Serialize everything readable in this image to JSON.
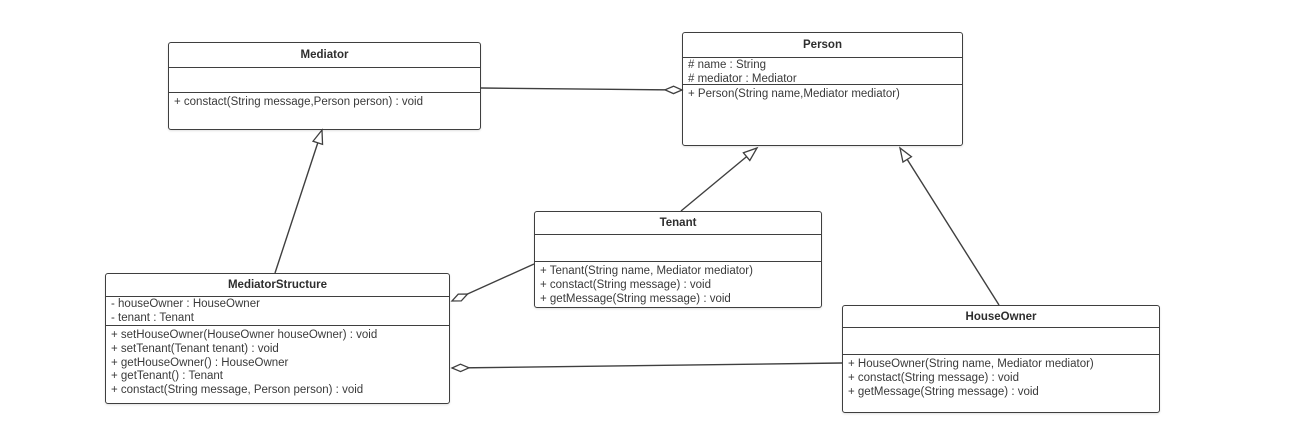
{
  "diagram": {
    "kind": "uml-class-diagram",
    "background_color": "#ffffff",
    "line_color": "#3f3f3f",
    "box_fill_color": "#ffffff",
    "text_color": "#3a3a3a"
  },
  "classes": [
    {
      "name": "Mediator",
      "attributes": [],
      "operations": [
        "+ constact(String message,Person person) : void"
      ]
    },
    {
      "name": "Person",
      "attributes": [
        "# name : String",
        "# mediator : Mediator"
      ],
      "operations": [
        "+ Person(String name,Mediator mediator)"
      ]
    },
    {
      "name": "Tenant",
      "attributes": [],
      "operations": [
        "+ Tenant(String name, Mediator mediator)",
        "+ constact(String message) : void",
        "+ getMessage(String message) : void"
      ]
    },
    {
      "name": "MediatorStructure",
      "attributes": [
        "- houseOwner : HouseOwner",
        "- tenant : Tenant"
      ],
      "operations": [
        "+ setHouseOwner(HouseOwner houseOwner) : void",
        "+ setTenant(Tenant tenant) : void",
        "+ getHouseOwner() : HouseOwner",
        "+ getTenant() : Tenant",
        "+ constact(String message, Person person) : void"
      ]
    },
    {
      "name": "HouseOwner",
      "attributes": [],
      "operations": [
        "+ HouseOwner(String name, Mediator mediator)",
        "+ constact(String message) : void",
        "+ getMessage(String message) : void"
      ]
    }
  ],
  "relationships": [
    {
      "from": "Mediator",
      "to": "Person",
      "type": "aggregation",
      "diamond_at": "Person"
    },
    {
      "from": "MediatorStructure",
      "to": "Mediator",
      "type": "generalization",
      "arrow_at": "Mediator"
    },
    {
      "from": "Tenant",
      "to": "MediatorStructure",
      "type": "aggregation",
      "diamond_at": "MediatorStructure"
    },
    {
      "from": "Tenant",
      "to": "Person",
      "type": "generalization",
      "arrow_at": "Person"
    },
    {
      "from": "HouseOwner",
      "to": "Person",
      "type": "generalization",
      "arrow_at": "Person"
    },
    {
      "from": "HouseOwner",
      "to": "MediatorStructure",
      "type": "aggregation",
      "diamond_at": "MediatorStructure"
    }
  ]
}
